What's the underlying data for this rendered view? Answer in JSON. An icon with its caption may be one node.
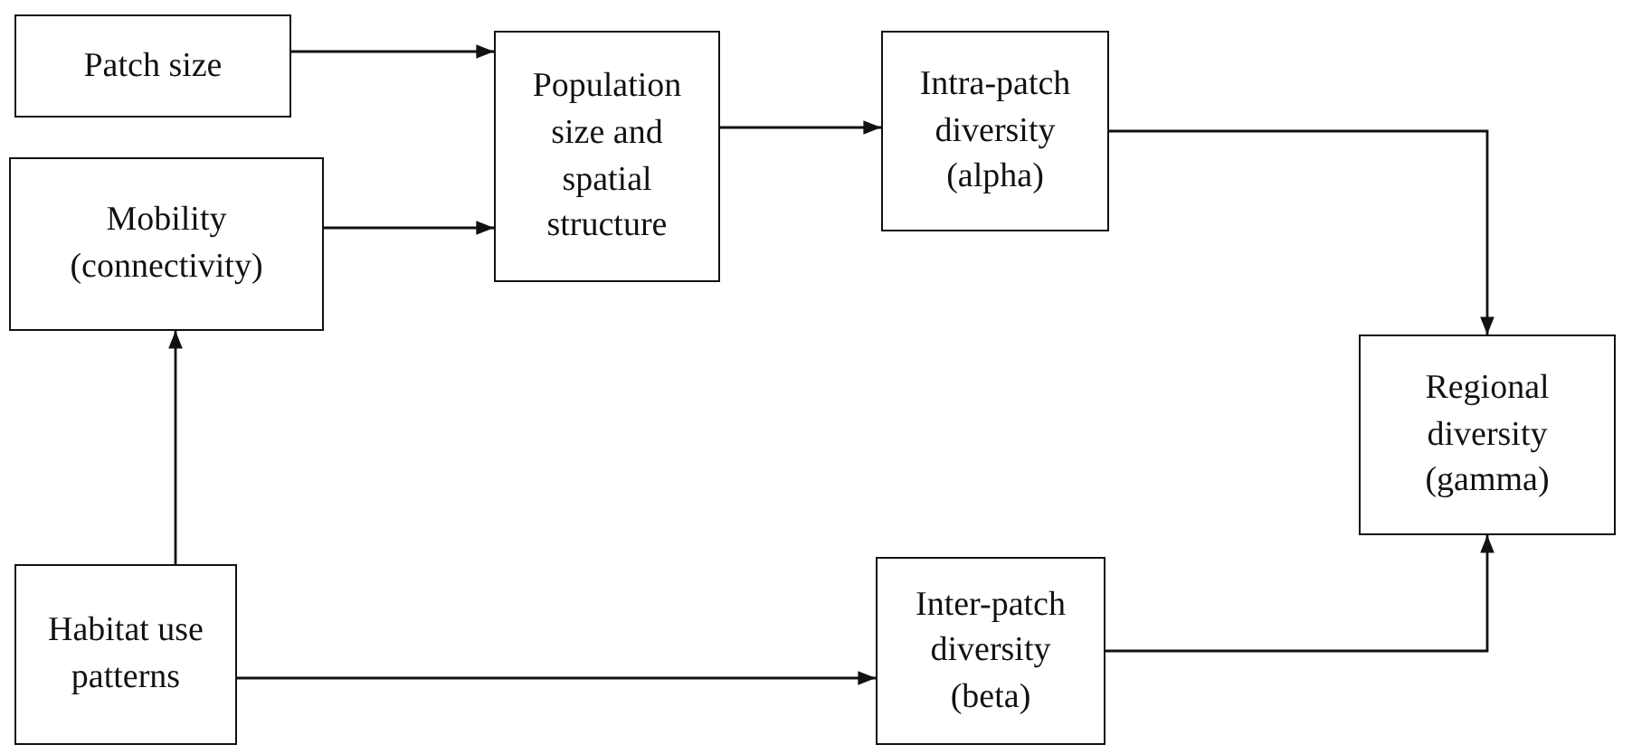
{
  "diagram": {
    "nodes": [
      {
        "text": [
          "Patch size"
        ]
      },
      {
        "text": [
          "Mobility (connectivity)"
        ]
      },
      {
        "text": [
          "Population size and spatial structure"
        ]
      },
      {
        "text": [
          "Intra-patch diversity (alpha)"
        ]
      },
      {
        "text": [
          "Regional diversity (gamma)"
        ]
      },
      {
        "text": [
          "Habitat use patterns"
        ]
      },
      {
        "text": [
          "Inter-patch diversity (beta)"
        ]
      }
    ],
    "edges": [
      {
        "from": 0,
        "to": 2,
        "arrow": "to"
      },
      {
        "from": 1,
        "to": 2,
        "arrow": "to"
      },
      {
        "from": 2,
        "to": 3,
        "arrow": "to"
      },
      {
        "from": 3,
        "to": 4,
        "arrow": "to"
      },
      {
        "from": 5,
        "to": 1,
        "arrow": "to"
      },
      {
        "from": 5,
        "to": 6,
        "arrow": "to"
      },
      {
        "from": 6,
        "to": 4,
        "arrow": "to"
      }
    ]
  }
}
